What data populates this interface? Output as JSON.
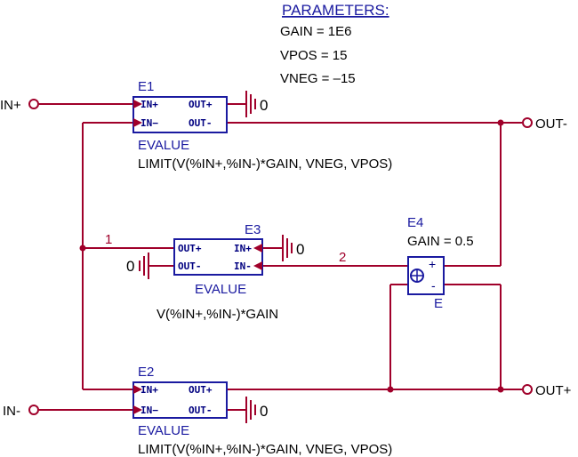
{
  "parameters": {
    "title": "PARAMETERS:",
    "lines": [
      "GAIN = 1E6",
      "VPOS = 15",
      "VNEG = –15"
    ]
  },
  "ports": {
    "in_plus": "IN+",
    "in_minus": "IN-",
    "out_minus": "OUT-",
    "out_plus": "OUT+"
  },
  "ground_label": "0",
  "nets": {
    "n1": "1",
    "n2": "2"
  },
  "e1": {
    "name": "E1",
    "pins": {
      "in_plus": "IN+",
      "in_minus": "IN−",
      "out_plus": "OUT+",
      "out_minus": "OUT-"
    },
    "type": "EVALUE",
    "expression": "LIMIT(V(%IN+,%IN-)*GAIN, VNEG, VPOS)"
  },
  "e2": {
    "name": "E2",
    "pins": {
      "in_plus": "IN+",
      "in_minus": "IN−",
      "out_plus": "OUT+",
      "out_minus": "OUT-"
    },
    "type": "EVALUE",
    "expression": "LIMIT(V(%IN+,%IN-)*GAIN, VNEG, VPOS)"
  },
  "e3": {
    "name": "E3",
    "pins": {
      "out_plus": "OUT+",
      "out_minus": "OUT-",
      "in_plus": "IN+",
      "in_minus": "IN-"
    },
    "type": "EVALUE",
    "expression": "V(%IN+,%IN-)*GAIN"
  },
  "e4": {
    "name": "E4",
    "gain": "GAIN = 0.5",
    "plus": "+",
    "minus": "-",
    "type": "E"
  }
}
